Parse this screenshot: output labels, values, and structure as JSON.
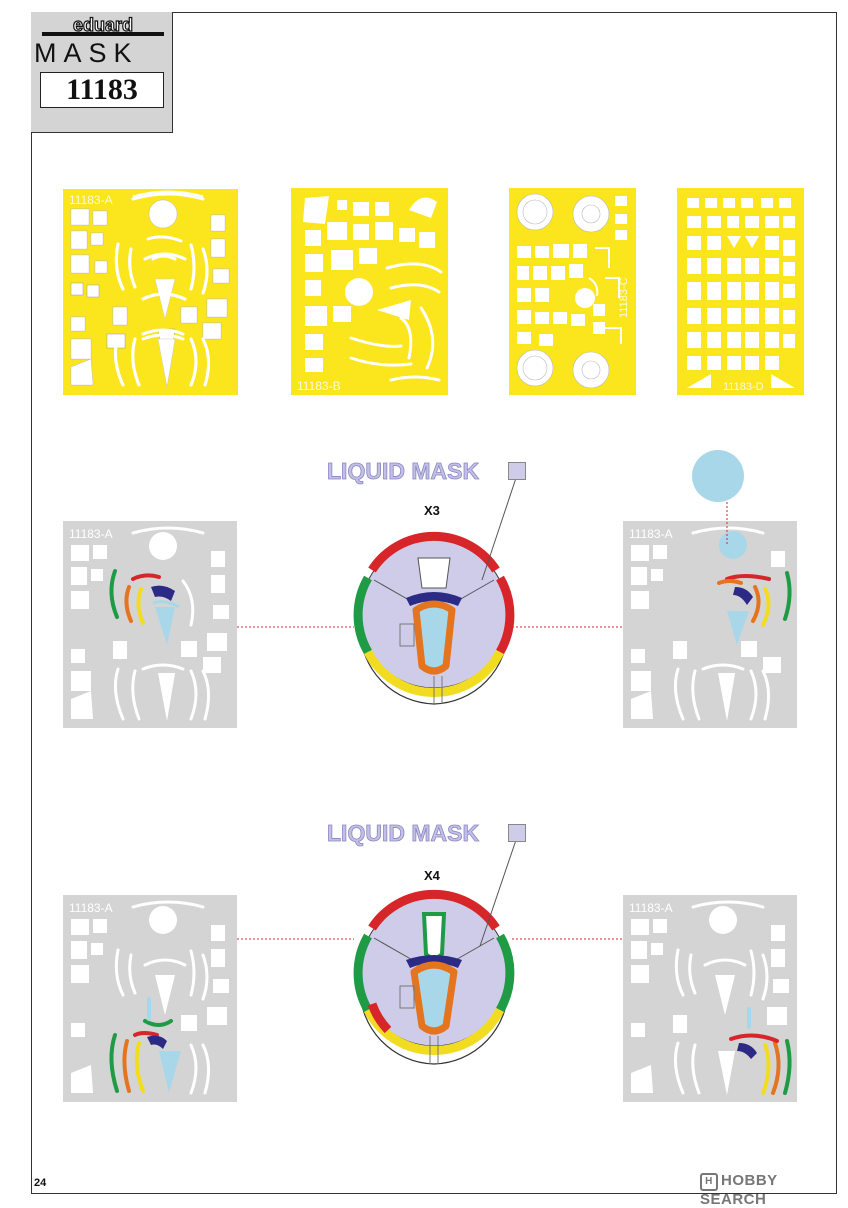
{
  "header": {
    "brand": "eduard",
    "product_line": "MASK",
    "kit_number": "11183"
  },
  "sheets": {
    "a_label": "11183-A",
    "b_label": "11183-B",
    "c_label": "11183-C",
    "d_label": "11183-D"
  },
  "steps": [
    {
      "liquid_mask_label": "LIQUID MASK",
      "multiplier": "X3"
    },
    {
      "liquid_mask_label": "LIQUID MASK",
      "multiplier": "X4"
    }
  ],
  "footer": {
    "page_number": "24",
    "watermark": "HOBBY SEARCH"
  },
  "colors": {
    "mask_yellow": "#fbe51c",
    "sheet_grey": "#d4d4d4",
    "liquid_mask": "#cfcce9",
    "canopy_glass": "#a9d7ea",
    "red": "#d6262a",
    "green": "#1f9a45",
    "yellow": "#f2dc22",
    "orange": "#e5741f",
    "navy": "#2b2a84"
  }
}
